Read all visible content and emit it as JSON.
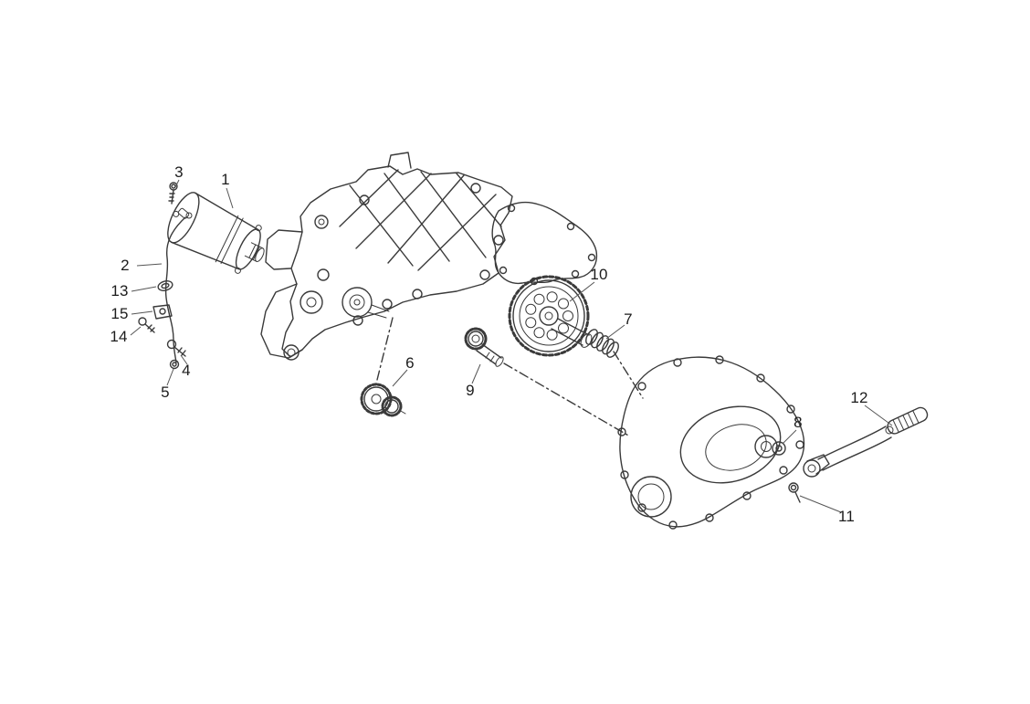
{
  "diagram": {
    "type": "exploded-parts-diagram",
    "background": "#ffffff",
    "line_color": "#3a3a3a",
    "label_color": "#1c1c1c",
    "callouts": [
      {
        "label": "1"
      },
      {
        "label": "2"
      },
      {
        "label": "3"
      },
      {
        "label": "4"
      },
      {
        "label": "5"
      },
      {
        "label": "6"
      },
      {
        "label": "7"
      },
      {
        "label": "8"
      },
      {
        "label": "9"
      },
      {
        "label": "10"
      },
      {
        "label": "11"
      },
      {
        "label": "12"
      },
      {
        "label": "13"
      },
      {
        "label": "14"
      },
      {
        "label": "15"
      }
    ]
  }
}
